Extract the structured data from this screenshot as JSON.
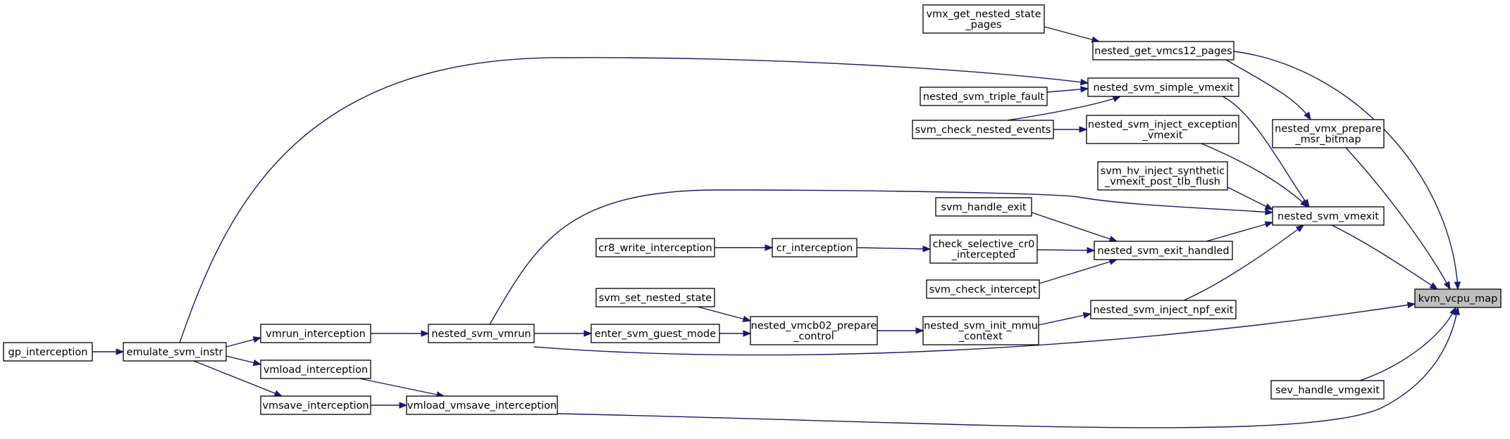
{
  "graph": {
    "nodes": [
      {
        "id": "kvm_vcpu_map",
        "lines": [
          "kvm_vcpu_map"
        ],
        "root": true
      },
      {
        "id": "vmx_get_nested_state_pages",
        "lines": [
          "vmx_get_nested_state",
          "_pages"
        ]
      },
      {
        "id": "nested_get_vmcs12_pages",
        "lines": [
          "nested_get_vmcs12_pages"
        ]
      },
      {
        "id": "nested_svm_simple_vmexit",
        "lines": [
          "nested_svm_simple_vmexit"
        ]
      },
      {
        "id": "nested_svm_triple_fault",
        "lines": [
          "nested_svm_triple_fault"
        ]
      },
      {
        "id": "svm_check_nested_events",
        "lines": [
          "svm_check_nested_events"
        ]
      },
      {
        "id": "nested_svm_inject_exception_vmexit",
        "lines": [
          "nested_svm_inject_exception",
          "_vmexit"
        ]
      },
      {
        "id": "nested_vmx_prepare_msr_bitmap",
        "lines": [
          "nested_vmx_prepare",
          "_msr_bitmap"
        ]
      },
      {
        "id": "svm_hv_inject_synthetic_vmexit_post_tlb_flush",
        "lines": [
          "svm_hv_inject_synthetic",
          "_vmexit_post_tlb_flush"
        ]
      },
      {
        "id": "nested_svm_vmexit",
        "lines": [
          "nested_svm_vmexit"
        ]
      },
      {
        "id": "svm_handle_exit",
        "lines": [
          "svm_handle_exit"
        ]
      },
      {
        "id": "check_selective_cr0_intercepted",
        "lines": [
          "check_selective_cr0",
          "_intercepted"
        ]
      },
      {
        "id": "nested_svm_exit_handled",
        "lines": [
          "nested_svm_exit_handled"
        ]
      },
      {
        "id": "cr8_write_interception",
        "lines": [
          "cr8_write_interception"
        ]
      },
      {
        "id": "cr_interception",
        "lines": [
          "cr_interception"
        ]
      },
      {
        "id": "svm_check_intercept",
        "lines": [
          "svm_check_intercept"
        ]
      },
      {
        "id": "svm_set_nested_state",
        "lines": [
          "svm_set_nested_state"
        ]
      },
      {
        "id": "nested_vmcb02_prepare_control",
        "lines": [
          "nested_vmcb02_prepare",
          "_control"
        ]
      },
      {
        "id": "nested_svm_init_mmu_context",
        "lines": [
          "nested_svm_init_mmu",
          "_context"
        ]
      },
      {
        "id": "nested_svm_inject_npf_exit",
        "lines": [
          "nested_svm_inject_npf_exit"
        ]
      },
      {
        "id": "vmrun_interception",
        "lines": [
          "vmrun_interception"
        ]
      },
      {
        "id": "nested_svm_vmrun",
        "lines": [
          "nested_svm_vmrun"
        ]
      },
      {
        "id": "enter_svm_guest_mode",
        "lines": [
          "enter_svm_guest_mode"
        ]
      },
      {
        "id": "gp_interception",
        "lines": [
          "gp_interception"
        ]
      },
      {
        "id": "emulate_svm_instr",
        "lines": [
          "emulate_svm_instr"
        ]
      },
      {
        "id": "vmload_interception",
        "lines": [
          "vmload_interception"
        ]
      },
      {
        "id": "vmsave_interception",
        "lines": [
          "vmsave_interception"
        ]
      },
      {
        "id": "vmload_vmsave_interception",
        "lines": [
          "vmload_vmsave_interception"
        ]
      },
      {
        "id": "sev_handle_vmgexit",
        "lines": [
          "sev_handle_vmgexit"
        ]
      }
    ],
    "edges": [
      {
        "from": "nested_get_vmcs12_pages",
        "to": "kvm_vcpu_map"
      },
      {
        "from": "nested_vmx_prepare_msr_bitmap",
        "to": "kvm_vcpu_map"
      },
      {
        "from": "nested_svm_vmexit",
        "to": "kvm_vcpu_map"
      },
      {
        "from": "nested_svm_vmrun",
        "to": "kvm_vcpu_map"
      },
      {
        "from": "sev_handle_vmgexit",
        "to": "kvm_vcpu_map"
      },
      {
        "from": "vmload_vmsave_interception",
        "to": "kvm_vcpu_map"
      },
      {
        "from": "vmx_get_nested_state_pages",
        "to": "nested_get_vmcs12_pages"
      },
      {
        "from": "nested_get_vmcs12_pages",
        "to": "nested_vmx_prepare_msr_bitmap"
      },
      {
        "from": "nested_svm_simple_vmexit",
        "to": "nested_svm_vmexit"
      },
      {
        "from": "nested_svm_inject_exception_vmexit",
        "to": "nested_svm_vmexit"
      },
      {
        "from": "svm_hv_inject_synthetic_vmexit_post_tlb_flush",
        "to": "nested_svm_vmexit"
      },
      {
        "from": "nested_svm_exit_handled",
        "to": "nested_svm_vmexit"
      },
      {
        "from": "nested_svm_inject_npf_exit",
        "to": "nested_svm_vmexit"
      },
      {
        "from": "nested_svm_vmrun",
        "to": "nested_svm_vmexit"
      },
      {
        "from": "emulate_svm_instr",
        "to": "nested_svm_simple_vmexit"
      },
      {
        "from": "nested_svm_triple_fault",
        "to": "nested_svm_simple_vmexit"
      },
      {
        "from": "svm_check_nested_events",
        "to": "nested_svm_simple_vmexit"
      },
      {
        "from": "svm_check_nested_events",
        "to": "nested_svm_inject_exception_vmexit"
      },
      {
        "from": "svm_handle_exit",
        "to": "nested_svm_exit_handled"
      },
      {
        "from": "check_selective_cr0_intercepted",
        "to": "nested_svm_exit_handled"
      },
      {
        "from": "svm_check_intercept",
        "to": "nested_svm_exit_handled"
      },
      {
        "from": "cr_interception",
        "to": "check_selective_cr0_intercepted"
      },
      {
        "from": "cr8_write_interception",
        "to": "cr_interception"
      },
      {
        "from": "nested_svm_init_mmu_context",
        "to": "nested_svm_inject_npf_exit"
      },
      {
        "from": "nested_vmcb02_prepare_control",
        "to": "nested_svm_init_mmu_context"
      },
      {
        "from": "svm_set_nested_state",
        "to": "nested_vmcb02_prepare_control"
      },
      {
        "from": "enter_svm_guest_mode",
        "to": "nested_vmcb02_prepare_control"
      },
      {
        "from": "nested_svm_vmrun",
        "to": "enter_svm_guest_mode"
      },
      {
        "from": "vmrun_interception",
        "to": "nested_svm_vmrun"
      },
      {
        "from": "emulate_svm_instr",
        "to": "vmrun_interception"
      },
      {
        "from": "gp_interception",
        "to": "emulate_svm_instr"
      },
      {
        "from": "emulate_svm_instr",
        "to": "vmload_interception"
      },
      {
        "from": "emulate_svm_instr",
        "to": "vmsave_interception"
      },
      {
        "from": "vmload_interception",
        "to": "vmload_vmsave_interception"
      },
      {
        "from": "vmsave_interception",
        "to": "vmload_vmsave_interception"
      }
    ]
  }
}
